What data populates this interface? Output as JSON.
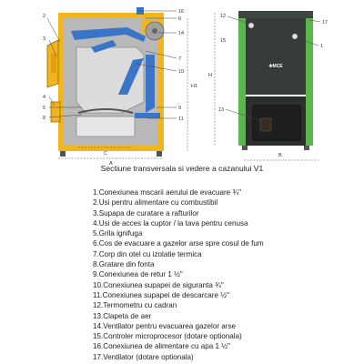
{
  "diagram": {
    "left_labels": [
      {
        "num": "2"
      },
      {
        "num": "3"
      },
      {
        "num": "4"
      },
      {
        "num": "5"
      },
      {
        "num": "8"
      },
      {
        "num": "16"
      },
      {
        "num": "6"
      },
      {
        "num": "14"
      },
      {
        "num": "7"
      },
      {
        "num": "10"
      },
      {
        "num": "9"
      },
      {
        "num": "11"
      }
    ],
    "dimensions": {
      "c": "C",
      "a": "A",
      "h1": "H1",
      "h": "H",
      "b": "B"
    },
    "front_labels": [
      {
        "num": "12"
      },
      {
        "num": "17"
      },
      {
        "num": "15"
      },
      {
        "num": "1"
      },
      {
        "num": "13"
      }
    ],
    "brand": "✚MCE",
    "colors": {
      "casing": "#f3b51d",
      "water": "#b9b9b9",
      "flue": "#3a76c8",
      "door": "#1e1e1e",
      "body": "#363a3a",
      "side_panel": "#5ab84a"
    }
  },
  "caption": "Sectiune transversala si vedere a cazanului V1",
  "legend": [
    "1.Conexiunea mscarii aerului de evacuare ¾\"",
    "2.Usi pentru alimentare cu combustibil",
    "3.Supapa de curatare a rafturilor",
    "4.Usi de acces la cuptor / la tava pentru cenusa",
    "5.Grila ignifuga",
    "6.Cos de evacuare a gazelor arse spre cosul de fum",
    "7.Corp din otel cu izolatie termica",
    "8.Gratare din fonta",
    "9.Conexiunea de retur 1 ½\"",
    "10.Conexiunea supapei de siguranta ¾\"",
    "11.Conexiunea supapei de descarcare ½\"",
    "12.Termometru cu cadran",
    "13.Clapeta de aer",
    "14.Ventilator pentru evacuarea gazelor arse",
    "15.Controler microprocesor (dotare optionala)",
    "16.Conexiunea de alimentare cu apa 1 ½\"",
    "17.Ventilator (dotare optionala)"
  ]
}
